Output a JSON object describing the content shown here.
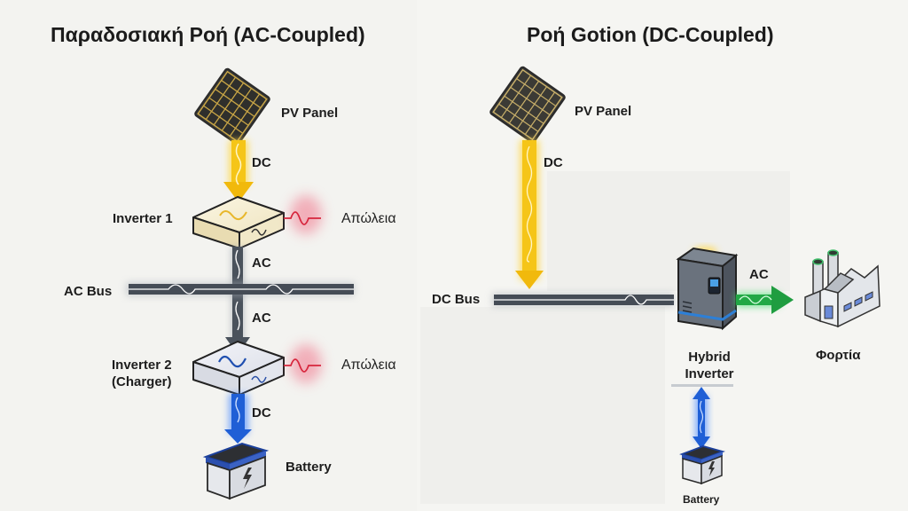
{
  "left": {
    "title": "Παραδοσιακή Ροή (AC-Coupled)",
    "pv_label": "PV Panel",
    "dc_label_top": "DC",
    "inverter1_label": "Inverter 1",
    "loss_label_1": "Απώλεια",
    "ac_label_1": "AC",
    "ac_bus_label": "AC Bus",
    "ac_label_2": "AC",
    "inverter2_label_line1": "Inverter 2",
    "inverter2_label_line2": "(Charger)",
    "loss_label_2": "Απώλεια",
    "dc_label_bottom": "DC",
    "battery_label": "Battery"
  },
  "right": {
    "title": "Ροή Gotion (DC-Coupled)",
    "pv_label": "PV Panel",
    "dc_label": "DC",
    "dc_bus_label": "DC Bus",
    "ac_label": "AC",
    "hybrid_label_line1": "Hybrid",
    "hybrid_label_line2": "Inverter",
    "load_label": "Φορτία",
    "battery_label": "Battery"
  },
  "colors": {
    "dc_yellow": "#f5c518",
    "ac_gray": "#4a525c",
    "dc_blue": "#1f5fd6",
    "ac_green": "#22a845",
    "loss_red": "#e0344f",
    "text": "#1d1d1d"
  }
}
